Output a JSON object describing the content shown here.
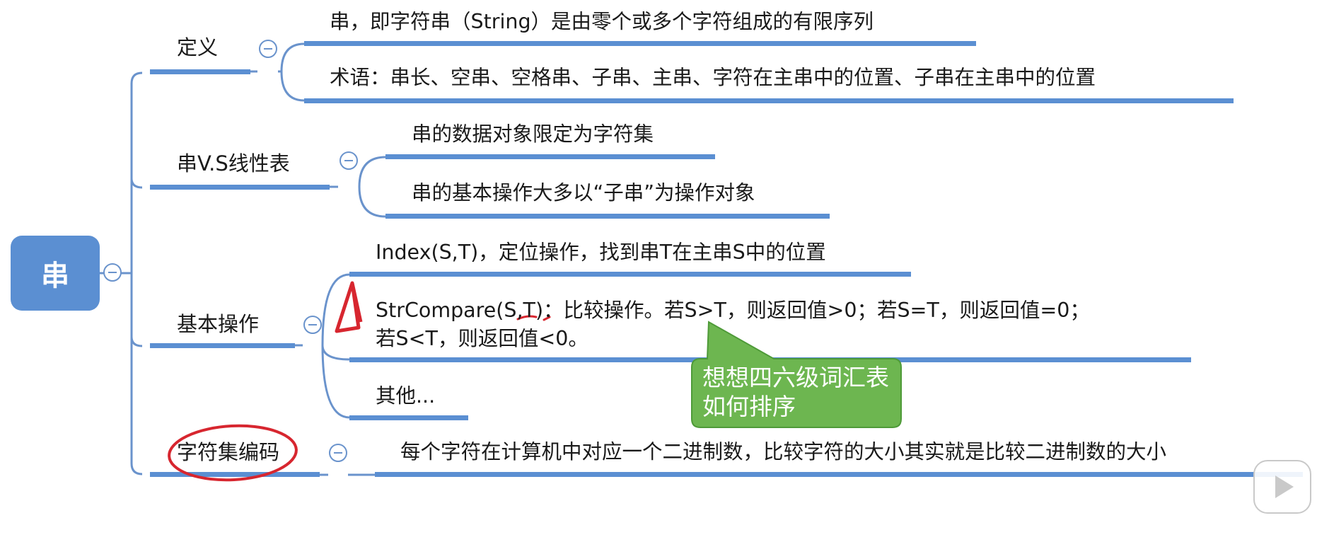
{
  "root": {
    "label": "串"
  },
  "branches": [
    {
      "label": "定义",
      "children": [
        "串，即字符串（String）是由零个或多个字符组成的有限序列",
        "术语：串长、空串、空格串、子串、主串、字符在主串中的位置、子串在主串中的位置"
      ]
    },
    {
      "label": "串V.S线性表",
      "children": [
        "串的数据对象限定为字符集",
        "串的基本操作大多以“子串”为操作对象"
      ]
    },
    {
      "label": "基本操作",
      "children": [
        "Index(S,T)，定位操作，找到串T在主串S中的位置",
        "StrCompare(S,T)：比较操作。若S>T，则返回值>0；若S=T，则返回值=0；",
        "若S<T，则返回值<0。",
        "其他..."
      ]
    },
    {
      "label": "字符集编码",
      "children": [
        "每个字符在计算机中对应一个二进制数，比较字符的大小其实就是比较二进制数的大小"
      ]
    }
  ],
  "callout": {
    "text": "想想四六级词汇表如何排序",
    "color": "#6db650"
  },
  "colors": {
    "node": "#5b8fd2",
    "line": "#6a93cc",
    "underline": "#5b8fd2",
    "annotation": "#d7262f"
  },
  "icons": {
    "toggle": "collapse-minus-icon",
    "player": "play-icon"
  }
}
